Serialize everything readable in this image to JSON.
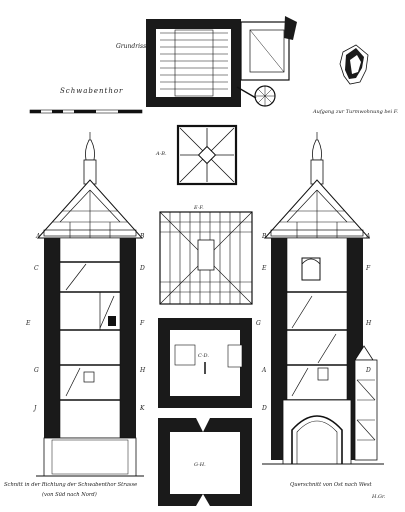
{
  "labels": {
    "ground_plan": "Grundriss",
    "title": "Schwabenthor",
    "stair_detail": "Aufgang zur Turmwohnung bei F.",
    "plan_ab": "A-B.",
    "plan_ef": "E-F.",
    "plan_cd": "C-D.",
    "plan_gh": "G-H.",
    "section_left": "Schnitt in der Richtung der Schwabenthor Strasse",
    "section_left_sub": "(von Süd nach Nord)",
    "section_right": "Querschnitt von Ost nach West",
    "signature": "H.Gr."
  },
  "section_letters": {
    "left": [
      "A",
      "C",
      "E",
      "G",
      "J"
    ],
    "left_right_side": [
      "B",
      "D",
      "F",
      "H",
      "K"
    ],
    "right": [
      "B",
      "E",
      "G",
      "A",
      "D"
    ],
    "right_right_side": [
      "A",
      "F",
      "H",
      "D"
    ]
  }
}
